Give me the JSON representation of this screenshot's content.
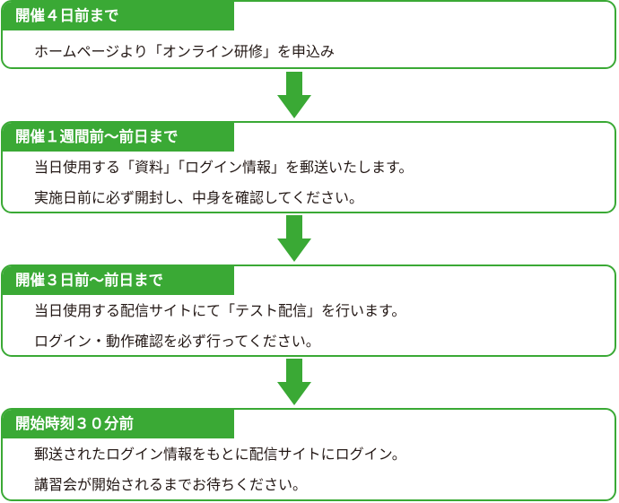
{
  "colors": {
    "accent": "#3aa935",
    "text": "#231815",
    "background": "#ffffff"
  },
  "steps": [
    {
      "title": "開催４日前まで",
      "lines": [
        "ホームページより「オンライン研修」を申込み"
      ]
    },
    {
      "title": "開催１週間前～前日まで",
      "lines": [
        "当日使用する「資料」「ログイン情報」を郵送いたします。",
        "実施日前に必ず開封し、中身を確認してください。"
      ]
    },
    {
      "title": "開催３日前～前日まで",
      "lines": [
        "当日使用する配信サイトにて「テスト配信」を行います。",
        "ログイン・動作確認を必ず行ってください。"
      ]
    },
    {
      "title": "開始時刻３０分前",
      "lines": [
        "郵送されたログイン情報をもとに配信サイトにログイン。",
        "講習会が開始されるまでお待ちください。"
      ]
    }
  ],
  "arrows": [
    "down-arrow-icon",
    "down-arrow-icon",
    "down-arrow-icon"
  ]
}
